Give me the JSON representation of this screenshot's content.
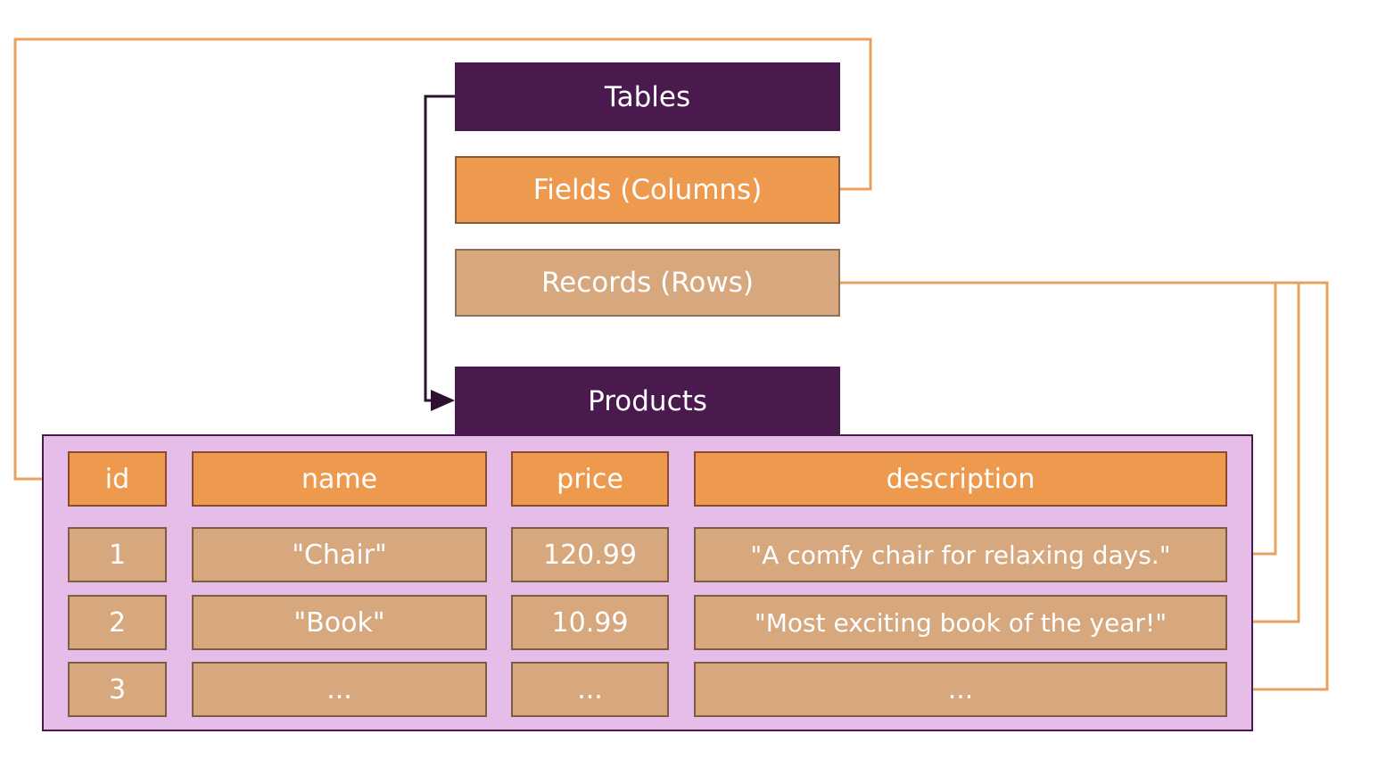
{
  "legend": {
    "tables": "Tables",
    "fields": "Fields (Columns)",
    "records": "Records (Rows)"
  },
  "table": {
    "title": "Products",
    "headers": [
      "id",
      "name",
      "price",
      "description"
    ],
    "rows": [
      [
        "1",
        "\"Chair\"",
        "120.99",
        "\"A comfy chair for relaxing days.\""
      ],
      [
        "2",
        "\"Book\"",
        "10.99",
        "\"Most exciting book of the year!\""
      ],
      [
        "3",
        "...",
        "...",
        "..."
      ]
    ]
  },
  "colors": {
    "dark_purple": "#4a1a4f",
    "orange": "#ee9a4e",
    "tan": "#d7a77d",
    "light_purple": "#e6bce9",
    "connector_orange": "#e8a25f"
  }
}
